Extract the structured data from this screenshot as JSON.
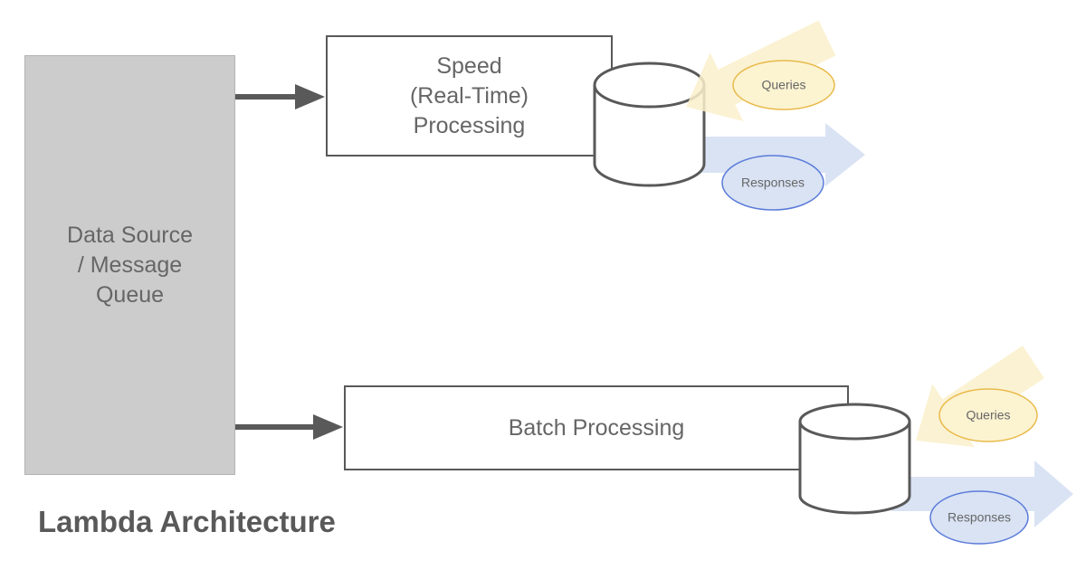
{
  "title": "Lambda Architecture",
  "colors": {
    "stroke": "#595959",
    "text": "#666666",
    "source_fill": "#cccccc",
    "yellow_arrow_fill": "#FAF0CB",
    "yellow_ellipse_fill": "#FCF3D1",
    "yellow_stroke": "#E9BA49",
    "blue_arrow_fill": "#D9E3F4",
    "blue_ellipse_fill": "#D9E3F4",
    "blue_stroke": "#5B7BD9"
  },
  "nodes": {
    "data_source": {
      "label": "Data Source\n/ Message\nQueue"
    },
    "speed": {
      "label": "Speed\n(Real-Time)\nProcessing"
    },
    "batch": {
      "label": "Batch Processing"
    }
  },
  "speed_layer": {
    "queries_label": "Queries",
    "responses_label": "Responses"
  },
  "batch_layer": {
    "queries_label": "Queries",
    "responses_label": "Responses"
  }
}
